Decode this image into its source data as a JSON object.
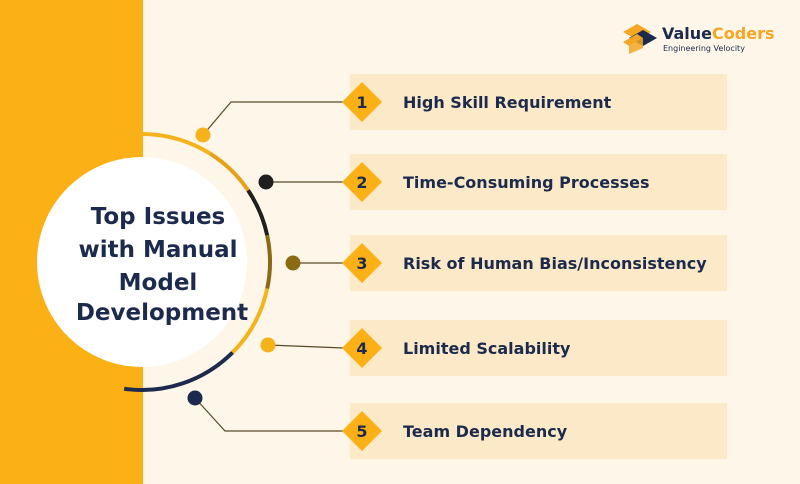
{
  "brand": {
    "name_part1": "Value",
    "name_part2": "Coders",
    "tagline": "Engineering Velocity",
    "icon": "valuecoders-logo-icon"
  },
  "center": {
    "title_lines": [
      "Top Issues",
      "with Manual",
      "Model",
      "Development"
    ]
  },
  "items": [
    {
      "number": "1",
      "label": "High Skill Requirement"
    },
    {
      "number": "2",
      "label": "Time-Consuming Processes"
    },
    {
      "number": "3",
      "label": "Risk of Human Bias/Inconsistency"
    },
    {
      "number": "4",
      "label": "Limited Scalability"
    },
    {
      "number": "5",
      "label": "Team Dependency"
    }
  ],
  "colors": {
    "background": "#fdf6e9",
    "band": "#fbb116",
    "row_fill": "#fbe9c8",
    "diamond": "#fbb116",
    "text_dark": "#1c2a4d",
    "arc_segments": [
      "#f5b21b",
      "#e6a117",
      "#1f1f1f",
      "#8b6a14",
      "#f5b21b",
      "#1c2a4d"
    ],
    "node_colors": [
      "#f5b21b",
      "#1f1f1f",
      "#8b6a14",
      "#f5b21b",
      "#1c2a4d"
    ]
  }
}
